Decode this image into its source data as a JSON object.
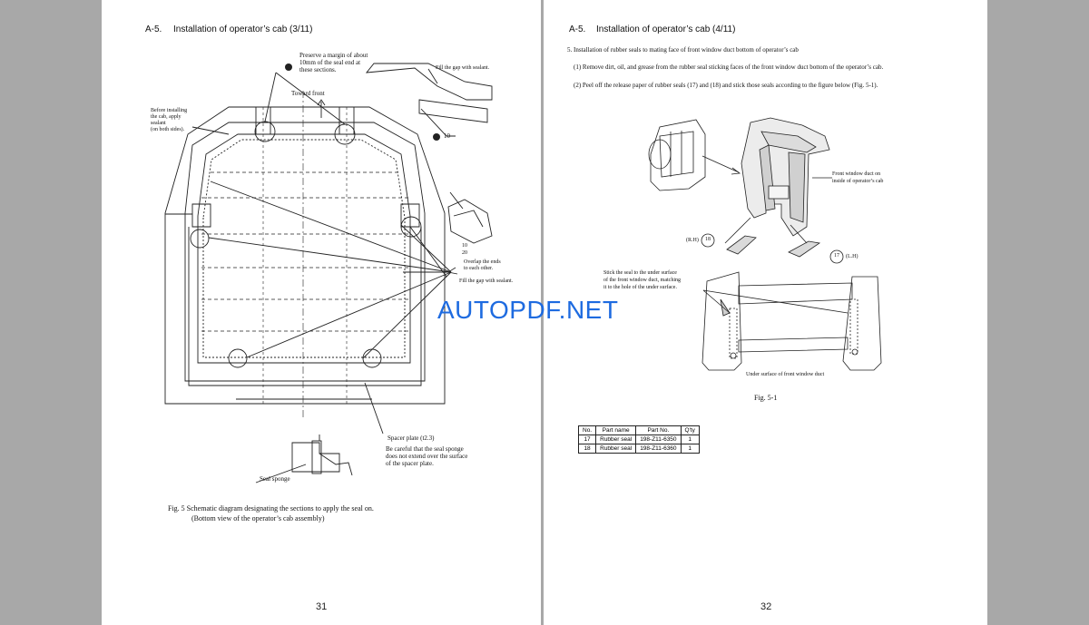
{
  "left_page": {
    "heading_section": "A-5.",
    "heading_title": "Installation of operator’s cab (3/11)",
    "note_margin_1": "Preserve a margin of about",
    "note_margin_2": "10mm of the seal end at",
    "note_margin_3": "these sections.",
    "note_fill_gap_top": "Fill the gap with sealant.",
    "note_toward_front": "Toward front",
    "note_before_1": "Before installing",
    "note_before_2": "the cab, apply",
    "note_before_3": "sealant",
    "note_before_4": "(on both sides).",
    "label_10_top": "10",
    "label_10_mid": "10",
    "label_20": "20",
    "note_overlap_1": "Overlap the ends",
    "note_overlap_2": "to each other.",
    "note_fill_gap_mid": "Fill the gap with sealant.",
    "spacer_plate": "Spacer plate (t2.3)",
    "careful_1": "Be careful that the seal sponge",
    "careful_2": "does not extend over the surface",
    "careful_3": "of the spacer plate.",
    "seal_sponge": "Seal sponge",
    "caption_1": "Fig. 5  Schematic diagram designating the sections to apply the seal on.",
    "caption_2": "(Bottom view of the operator’s cab assembly)",
    "page_number": "31"
  },
  "right_page": {
    "heading_section": "A-5.",
    "heading_title": "Installation of operator’s cab (4/11)",
    "step_5": "5. Installation of rubber seals to mating face of front window duct bottom of operator’s cab",
    "step_5_1": "(1) Remove dirt, oil, and grease from the rubber seal sticking faces of the front window duct bottom of the operator’s cab.",
    "step_5_2": "(2) Peel off the release paper of rubber seals (17) and (18) and stick those seals according to the figure below (Fig. 5-1).",
    "front_duct_1": "Front window duct on",
    "front_duct_2": "inside of operator’s cab",
    "label_rh": "(R.H)",
    "label_18": "18",
    "label_17": "17",
    "label_lh": "(L.H)",
    "stick_1": "Stick the seal to the under surface",
    "stick_2": "of the front window duct, matching",
    "stick_3": "it to the hole of the under surface.",
    "under_surface": "Under surface of front window duct",
    "fig_caption": "Fig. 5-1",
    "page_number": "32",
    "parts_table": {
      "headers": [
        "No.",
        "Part name",
        "Part No.",
        "Q'ty"
      ],
      "rows": [
        [
          "17",
          "Rubber seal",
          "198-Z11-6350",
          "1"
        ],
        [
          "18",
          "Rubber seal",
          "198-Z11-6360",
          "1"
        ]
      ]
    }
  },
  "watermark": "AUTOPDF.NET"
}
